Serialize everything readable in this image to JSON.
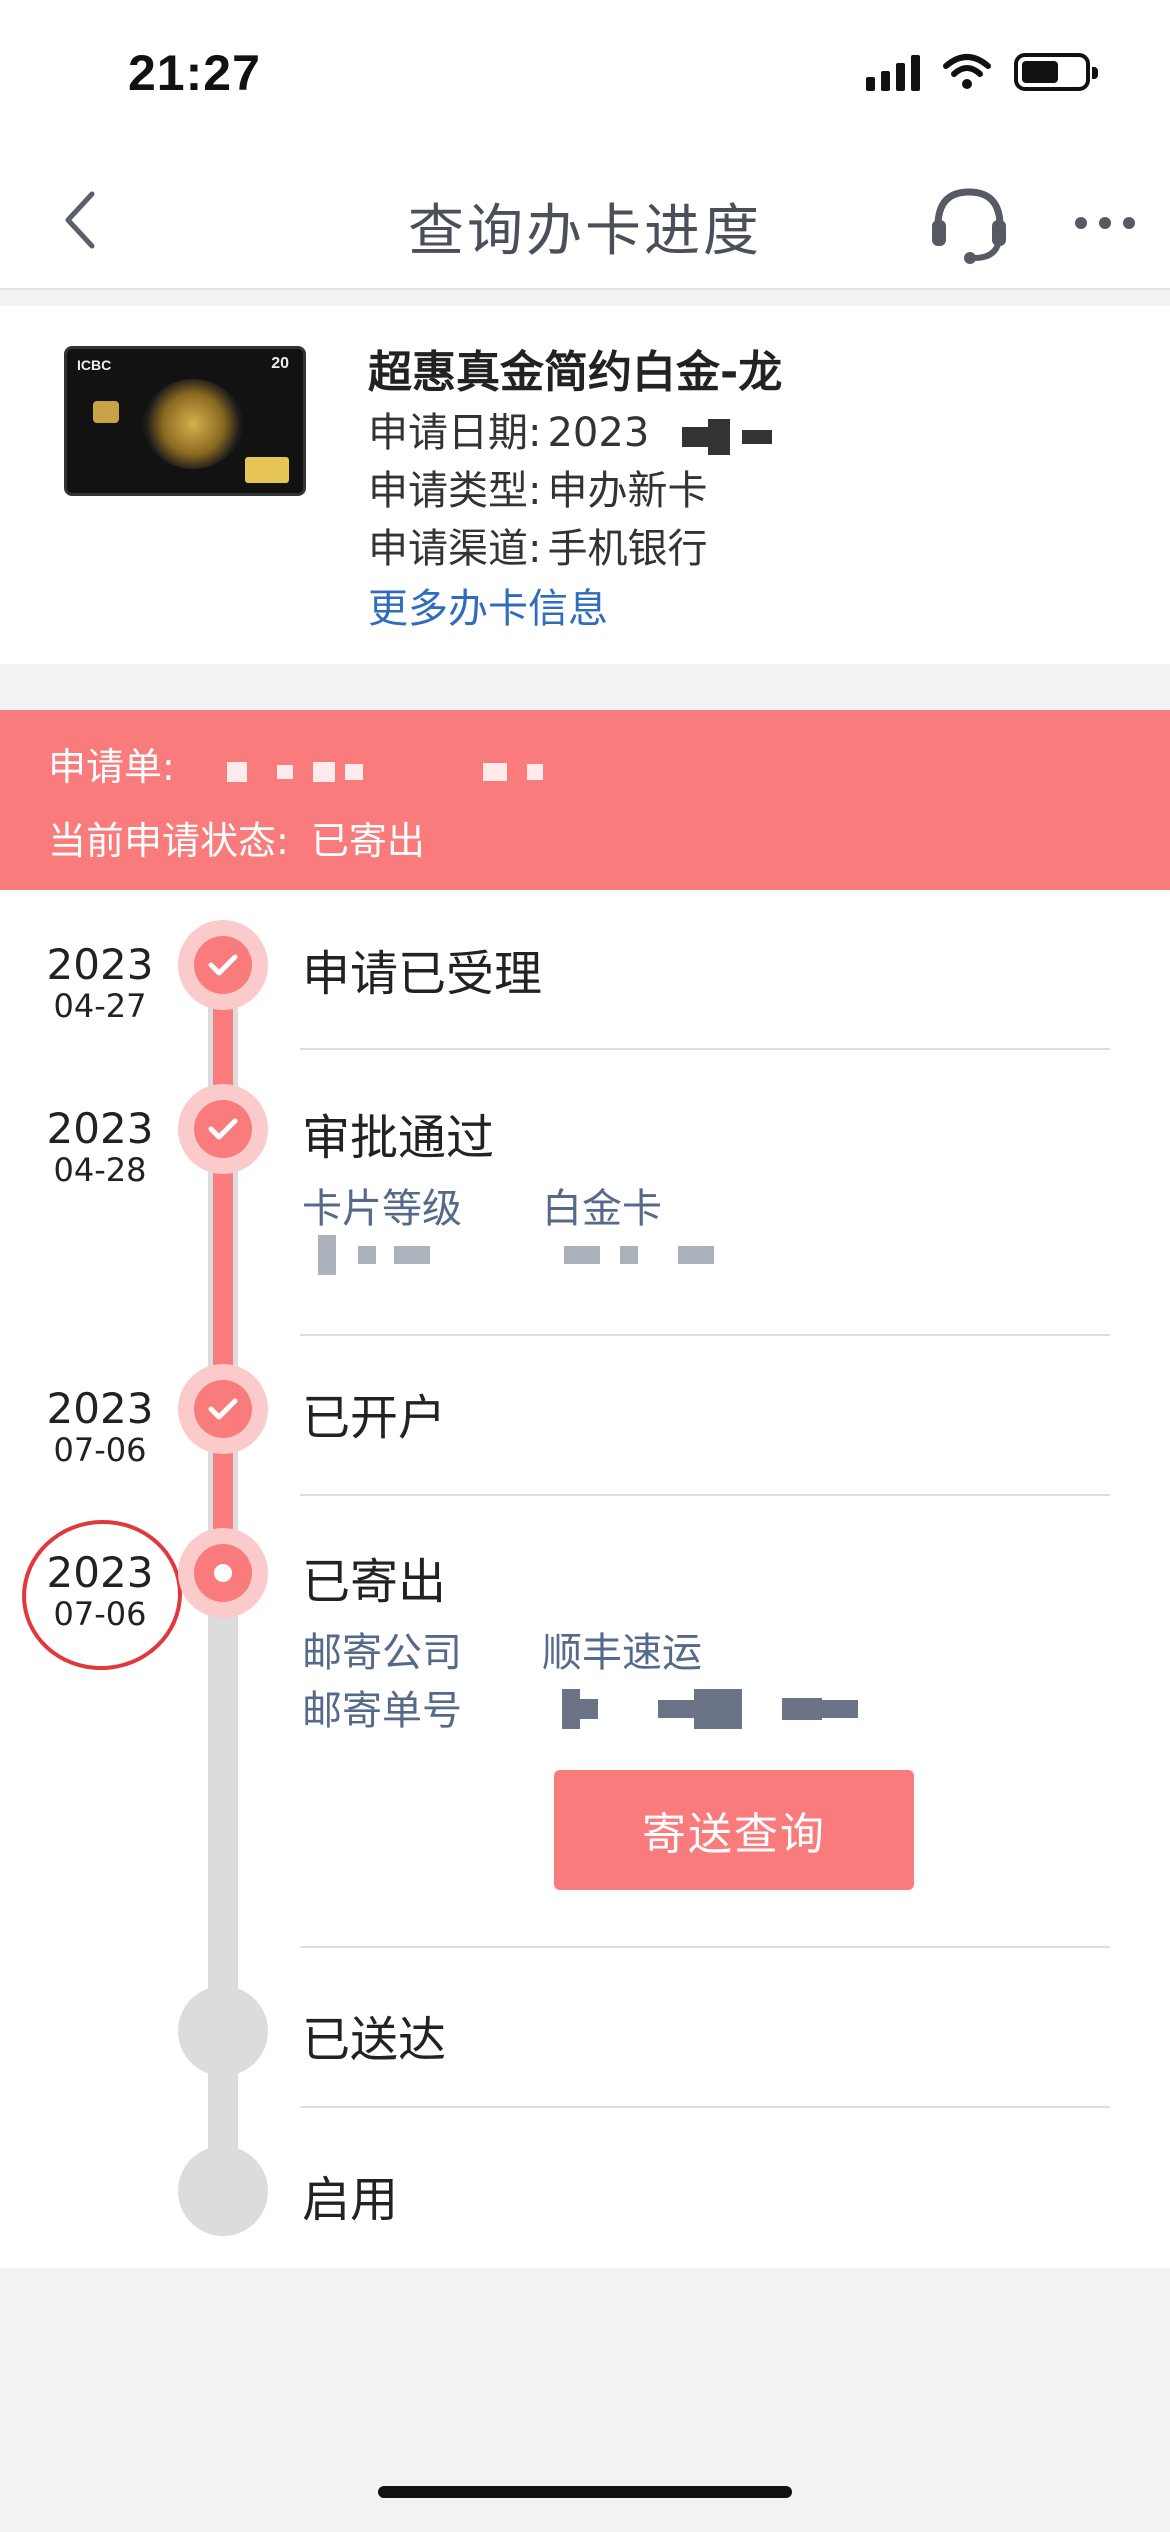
{
  "status_bar": {
    "time": "21:27"
  },
  "nav": {
    "title": "查询办卡进度",
    "icons": [
      "back-icon",
      "customer-service-icon",
      "more-icon"
    ]
  },
  "card": {
    "name": "超惠真金简约白金-龙",
    "apply_date_label": "申请日期:",
    "apply_date_value": "2023",
    "apply_type_label": "申请类型:",
    "apply_type_value": "申办新卡",
    "apply_channel_label": "申请渠道:",
    "apply_channel_value": "手机银行",
    "more_link": "更多办卡信息",
    "image_brand_text": "ICBC",
    "image_number_text": "20"
  },
  "banner": {
    "order_label": "申请单:",
    "status_label": "当前申请状态:",
    "status_value": "已寄出"
  },
  "timeline": {
    "steps": [
      {
        "year": "2023",
        "md": "04-27",
        "title": "申请已受理",
        "state": "done"
      },
      {
        "year": "2023",
        "md": "04-28",
        "title": "审批通过",
        "state": "done",
        "details": [
          {
            "label": "卡片等级",
            "value": "白金卡"
          }
        ]
      },
      {
        "year": "2023",
        "md": "07-06",
        "title": "已开户",
        "state": "done"
      },
      {
        "year": "2023",
        "md": "07-06",
        "title": "已寄出",
        "state": "current",
        "details": [
          {
            "label": "邮寄公司",
            "value": "顺丰速运"
          },
          {
            "label": "邮寄单号",
            "value": ""
          }
        ],
        "action": "寄送查询"
      },
      {
        "title": "已送达",
        "state": "pending"
      },
      {
        "title": "启用",
        "state": "pending"
      }
    ]
  },
  "colors": {
    "accent": "#fa7b7b",
    "accent_light": "#fbcaca",
    "link": "#2f6cc0",
    "annotation": "#e0383c"
  }
}
